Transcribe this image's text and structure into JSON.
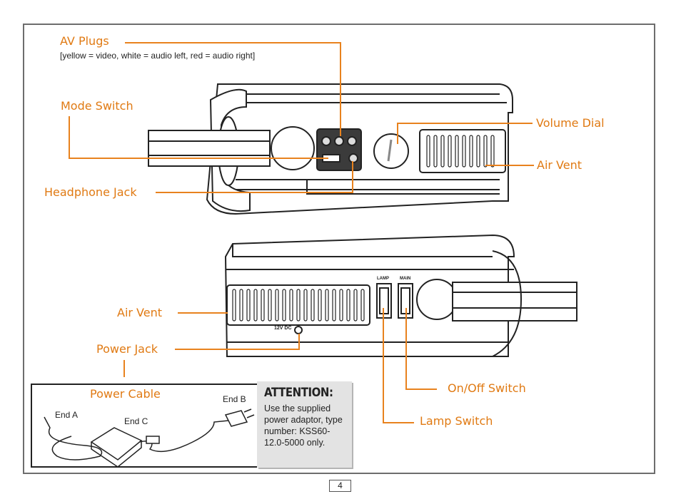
{
  "labels": {
    "av_plugs": "AV Plugs",
    "av_plugs_note": "[yellow = video, white = audio left, red = audio right]",
    "mode_switch": "Mode Switch",
    "headphone_jack": "Headphone Jack",
    "volume_dial": "Volume Dial",
    "air_vent_top": "Air Vent",
    "air_vent_bottom": "Air Vent",
    "power_jack": "Power Jack",
    "on_off_switch": "On/Off Switch",
    "lamp_switch": "Lamp Switch",
    "power_cable": "Power Cable"
  },
  "device_print": {
    "lamp": "LAMP",
    "main": "MAIN",
    "dc_in": "12V DC"
  },
  "cable_ends": {
    "end_a": "End A",
    "end_b": "End B",
    "end_c": "End C"
  },
  "attention": {
    "heading": "ATTENTION:",
    "body": "Use the supplied power adaptor, type number: KSS60-12.0-5000 only."
  },
  "page_number": "4",
  "colors": {
    "accent": "#e8821e",
    "label": "#e07a13"
  }
}
